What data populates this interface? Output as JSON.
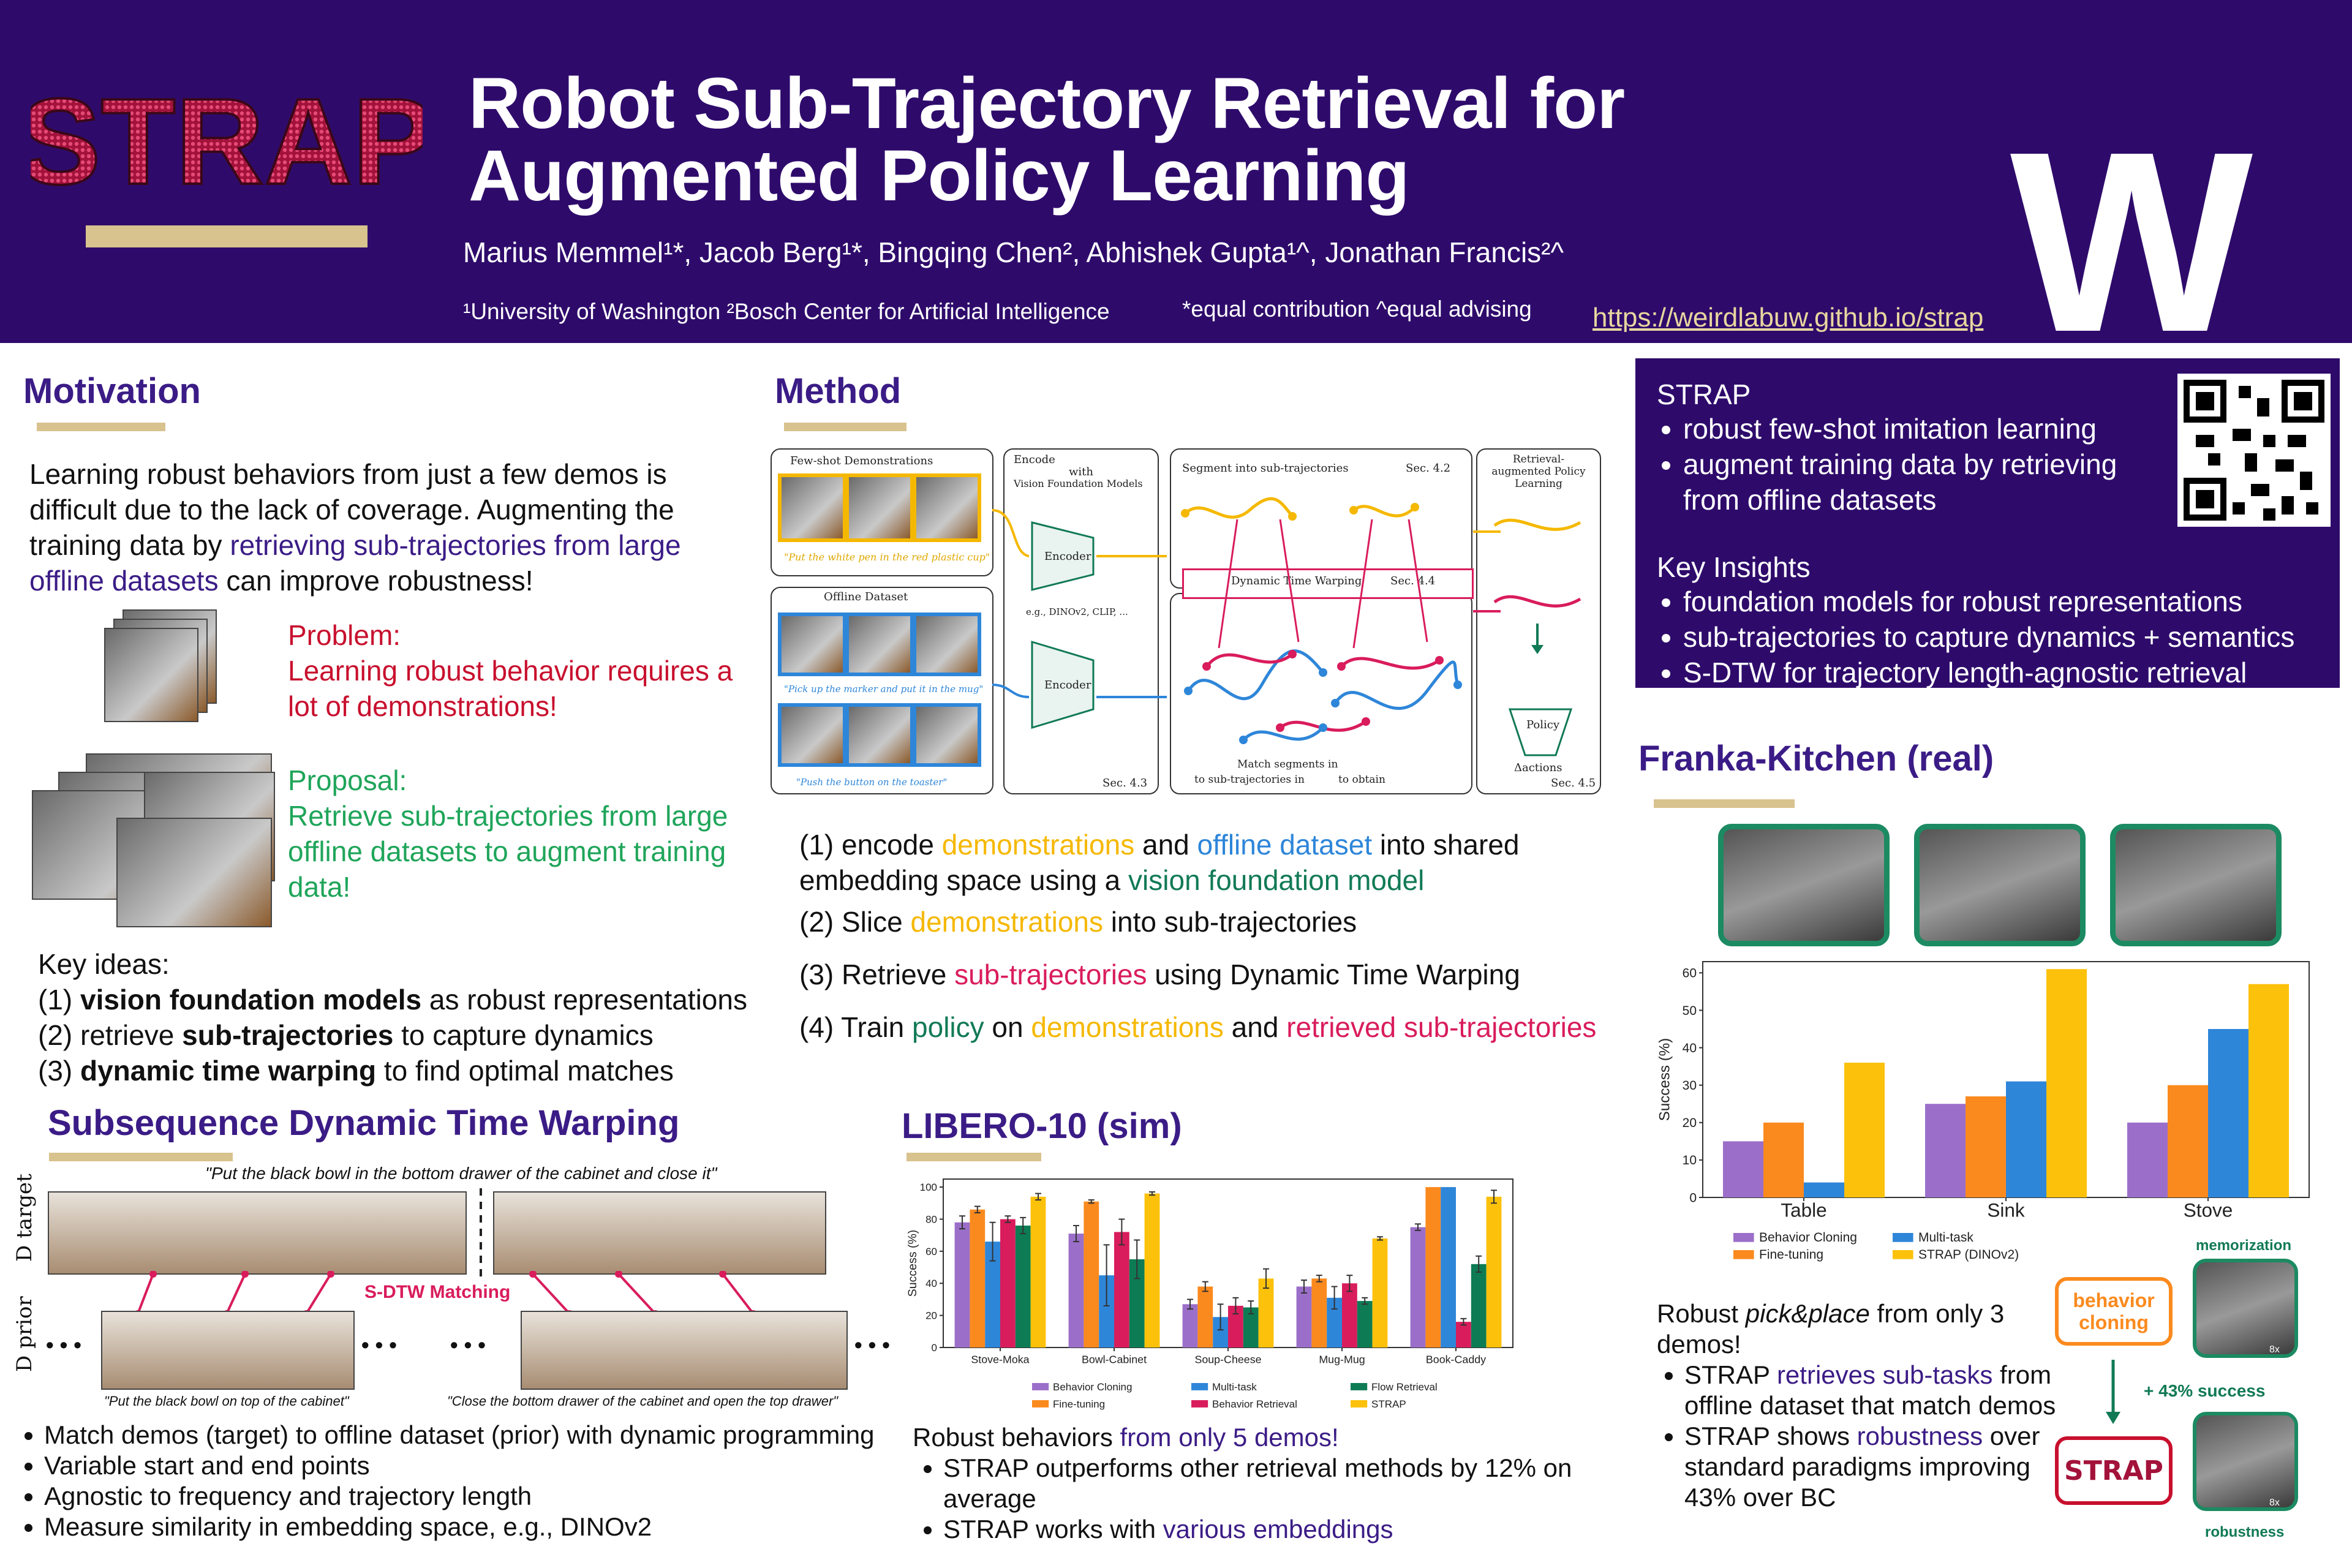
{
  "header": {
    "logo_text": "STRAP",
    "title_line1": "Robot Sub-Trajectory Retrieval for",
    "title_line2": "Augmented Policy Learning",
    "authors": "Marius Memmel¹*, Jacob Berg¹*, Bingqing Chen², Abhishek Gupta¹^, Jonathan Francis²^",
    "affiliations": "¹University of Washington ²Bosch Center for Artificial Intelligence",
    "equal_note": "*equal contribution ^equal advising",
    "url": "https://weirdlabuw.github.io/strap",
    "uw_logo_letter": "W"
  },
  "motivation": {
    "heading": "Motivation",
    "intro_part1": "Learning robust behaviors from just a few demos is difficult due to the lack of coverage. Augmenting the training data by ",
    "intro_highlight": "retrieving sub-trajectories from large offline datasets",
    "intro_part2": " can improve robustness!",
    "problem_title": "Problem:",
    "problem_text": "Learning robust behavior requires a lot of demonstrations!",
    "proposal_title": "Proposal:",
    "proposal_text": "Retrieve sub-trajectories from large offline datasets to augment training data!",
    "key_ideas_title": "Key ideas:",
    "key_ideas": [
      {
        "prefix": "(1) ",
        "bold": "vision foundation models",
        "rest": " as robust representations"
      },
      {
        "prefix": "(2) retrieve ",
        "bold": "sub-trajectories",
        "rest": " to capture dynamics"
      },
      {
        "prefix": "(3) ",
        "bold": "dynamic time warping",
        "rest": " to find optimal matches"
      }
    ]
  },
  "method": {
    "heading": "Method",
    "fig": {
      "fewshot_title": "Few-shot Demonstrations",
      "fewshot_caption": "\"Put the white pen in the red plastic cup\"",
      "offline_title": "Offline Dataset",
      "offline_caption1": "\"Pick up the marker and put it in the mug\"",
      "offline_caption2": "\"Push the button on the toaster\"",
      "encode_title": "Encode",
      "encode_with": "with",
      "encode_vfm": "Vision Foundation Models",
      "encoder": "Encoder",
      "encoder_examples": "e.g., DINOv2, CLIP, ...",
      "sec43": "Sec. 4.3",
      "segment_title": "Segment into sub-trajectories",
      "sec42": "Sec. 4.2",
      "dtw": "Dynamic Time Warping",
      "sec44": "Sec. 4.4",
      "match_text1": "Match segments in",
      "match_text2": "to sub-trajectories in",
      "match_text3": "to obtain",
      "retrieval_title": "Retrieval-augmented Policy Learning",
      "policy": "Policy",
      "actions": "Δactions",
      "sec45": "Sec. 4.5"
    },
    "steps": [
      [
        {
          "t": "(1) encode ",
          "c": ""
        },
        {
          "t": "demonstrations",
          "c": "yellow"
        },
        {
          "t": " and ",
          "c": ""
        },
        {
          "t": "offline dataset",
          "c": "blue"
        },
        {
          "t": " into shared embedding space using a ",
          "c": ""
        },
        {
          "t": "vision foundation model",
          "c": "teal"
        }
      ],
      [
        {
          "t": "(2) Slice ",
          "c": ""
        },
        {
          "t": "demonstrations",
          "c": "yellow"
        },
        {
          "t": " into sub-trajectories",
          "c": ""
        }
      ],
      [
        {
          "t": "(3) Retrieve ",
          "c": ""
        },
        {
          "t": "sub-trajectories",
          "c": "pink"
        },
        {
          "t": " using Dynamic Time Warping",
          "c": ""
        }
      ],
      [
        {
          "t": "(4) Train ",
          "c": ""
        },
        {
          "t": "policy",
          "c": "teal"
        },
        {
          "t": " on ",
          "c": ""
        },
        {
          "t": "demonstrations",
          "c": "yellow"
        },
        {
          "t": " and ",
          "c": ""
        },
        {
          "t": "retrieved sub-trajectories",
          "c": "pink"
        }
      ]
    ]
  },
  "strap_box": {
    "title": "STRAP",
    "bullets": [
      "robust few-shot imitation learning",
      "augment training data by retrieving from offline datasets"
    ],
    "insights_title": "Key Insights",
    "insights": [
      "foundation models for robust representations",
      "sub-trajectories to capture dynamics + semantics",
      "S-DTW for trajectory length-agnostic retrieval"
    ]
  },
  "sdtw": {
    "heading": "Subsequence Dynamic Time Warping",
    "top_caption": "\"Put the black bowl in the bottom drawer of the cabinet and close it\"",
    "target_label": "D target",
    "prior_label": "D prior",
    "matching": "S-DTW Matching",
    "ellipsis": "• • •",
    "caption_left": "\"Put the black bowl on top of the cabinet\"",
    "caption_right": "\"Close the bottom drawer of the cabinet and open the top drawer\"",
    "bullets": [
      "Match demos (target) to offline dataset (prior) with dynamic programming",
      "Variable start and end points",
      "Agnostic to frequency and trajectory length",
      "Measure similarity in embedding space, e.g., DINOv2"
    ]
  },
  "libero": {
    "heading": "LIBERO-10 (sim)",
    "summary_prefix": "Robust behaviors ",
    "summary_highlight": "from only 5 demos!",
    "bullets": [
      [
        {
          "t": "STRAP outperforms other retrieval methods by 12% on average",
          "c": ""
        }
      ],
      [
        {
          "t": "STRAP works with ",
          "c": ""
        },
        {
          "t": "various embeddings",
          "c": "purple"
        }
      ]
    ]
  },
  "kitchen": {
    "heading": "Franka-Kitchen (real)",
    "summary_prefix": "Robust ",
    "summary_italic": "pick&place",
    "summary_suffix": " from only 3 demos!",
    "bullets": [
      [
        {
          "t": "STRAP ",
          "c": ""
        },
        {
          "t": "retrieves sub-tasks",
          "c": "purple"
        },
        {
          "t": " from offline dataset that match demos",
          "c": ""
        }
      ],
      [
        {
          "t": "STRAP shows ",
          "c": ""
        },
        {
          "t": "robustness",
          "c": "purple"
        },
        {
          "t": " over standard paradigms improving 43% over BC",
          "c": ""
        }
      ]
    ],
    "bc_label": "behavior cloning",
    "strap_logo": "STRAP",
    "memorization": "memorization",
    "gain": "+ 43% success",
    "robustness": "robustness",
    "speed": "8x"
  },
  "chart_data": [
    {
      "type": "bar",
      "ylabel": "Success (%)",
      "categories": [
        "Stove-Moka",
        "Bowl-Cabinet",
        "Soup-Cheese",
        "Mug-Mug",
        "Book-Caddy"
      ],
      "ylim": [
        0,
        105
      ],
      "yticks": [
        0,
        20,
        40,
        60,
        80,
        100
      ],
      "series": [
        {
          "name": "Behavior Cloning",
          "color": "#9b6fc9",
          "values": [
            78,
            71,
            27,
            38,
            75
          ],
          "errors": [
            4,
            5,
            3,
            4,
            2
          ]
        },
        {
          "name": "Fine-tuning",
          "color": "#fb8a1e",
          "values": [
            86,
            91,
            38,
            43,
            100
          ],
          "errors": [
            2,
            1,
            3,
            2,
            0
          ]
        },
        {
          "name": "Multi-task",
          "color": "#2e86d9",
          "values": [
            66,
            45,
            19,
            31,
            100
          ],
          "errors": [
            12,
            19,
            8,
            7,
            0
          ]
        },
        {
          "name": "Behavior Retrieval",
          "color": "#d91c5c",
          "values": [
            80,
            72,
            26,
            40,
            16
          ],
          "errors": [
            2,
            8,
            5,
            5,
            2
          ]
        },
        {
          "name": "Flow Retrieval",
          "color": "#0d7c55",
          "values": [
            76,
            55,
            25,
            29,
            52
          ],
          "errors": [
            5,
            12,
            4,
            2,
            5
          ]
        },
        {
          "name": "STRAP",
          "color": "#fcc10a",
          "values": [
            94,
            96,
            43,
            68,
            94
          ],
          "errors": [
            2,
            1,
            6,
            1,
            4
          ]
        }
      ],
      "legend_position": "bottom"
    },
    {
      "type": "bar",
      "ylabel": "Success (%)",
      "categories": [
        "Table",
        "Sink",
        "Stove"
      ],
      "ylim": [
        0,
        63
      ],
      "yticks": [
        0,
        10,
        20,
        30,
        40,
        50,
        60
      ],
      "series": [
        {
          "name": "Behavior Cloning",
          "color": "#9b6fc9",
          "values": [
            15,
            25,
            20
          ]
        },
        {
          "name": "Fine-tuning",
          "color": "#fb8a1e",
          "values": [
            20,
            27,
            30
          ]
        },
        {
          "name": "Multi-task",
          "color": "#2e86d9",
          "values": [
            4,
            31,
            45
          ]
        },
        {
          "name": "STRAP (DINOv2)",
          "color": "#fcc10a",
          "values": [
            36,
            61,
            57
          ]
        }
      ],
      "legend_position": "bottom"
    }
  ]
}
